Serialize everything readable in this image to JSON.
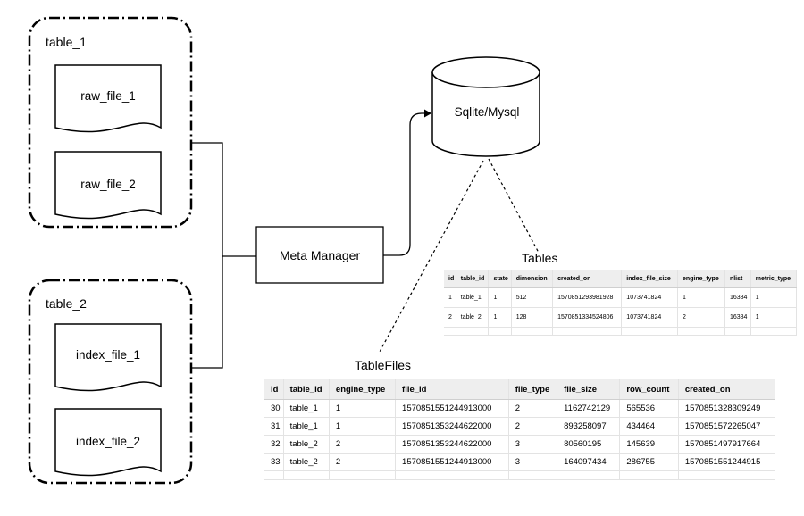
{
  "groups": [
    {
      "label": "table_1",
      "files": [
        "raw_file_1",
        "raw_file_2"
      ]
    },
    {
      "label": "table_2",
      "files": [
        "index_file_1",
        "index_file_2"
      ]
    }
  ],
  "manager": {
    "label": "Meta Manager"
  },
  "database": {
    "label": "Sqlite/Mysql"
  },
  "tables": {
    "title": "Tables",
    "columns": [
      "id",
      "table_id",
      "state",
      "dimension",
      "created_on",
      "index_file_size",
      "engine_type",
      "nlist",
      "metric_type"
    ],
    "rows": [
      [
        "1",
        "table_1",
        "1",
        "512",
        "1570851293981928",
        "1073741824",
        "1",
        "16384",
        "1"
      ],
      [
        "2",
        "table_2",
        "1",
        "128",
        "1570851334524806",
        "1073741824",
        "2",
        "16384",
        "1"
      ]
    ]
  },
  "table_files": {
    "title": "TableFiles",
    "columns": [
      "id",
      "table_id",
      "engine_type",
      "file_id",
      "file_type",
      "file_size",
      "row_count",
      "created_on"
    ],
    "rows": [
      [
        "30",
        "table_1",
        "1",
        "1570851551244913000",
        "2",
        "1162742129",
        "565536",
        "1570851328309249"
      ],
      [
        "31",
        "table_1",
        "1",
        "1570851353244622000",
        "2",
        "893258097",
        "434464",
        "1570851572265047"
      ],
      [
        "32",
        "table_2",
        "2",
        "1570851353244622000",
        "3",
        "80560195",
        "145639",
        "1570851497917664"
      ],
      [
        "33",
        "table_2",
        "2",
        "1570851551244913000",
        "3",
        "164097434",
        "286755",
        "1570851551244915"
      ]
    ]
  }
}
